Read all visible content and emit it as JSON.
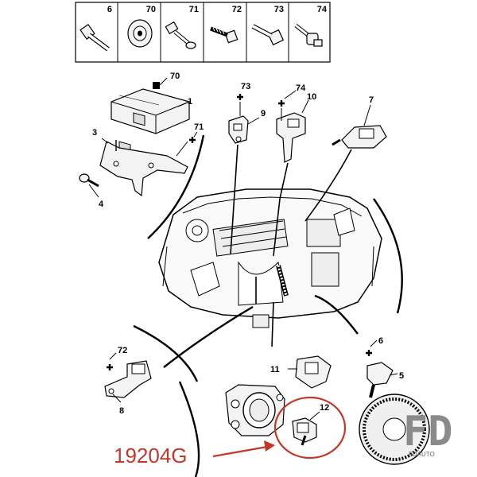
{
  "fastener_headers": [
    "6",
    "70",
    "71",
    "72",
    "73",
    "74"
  ],
  "callouts": {
    "c1": "1",
    "c3": "3",
    "c4": "4",
    "c5": "5",
    "c6": "6",
    "c7": "7",
    "c8": "8",
    "c9": "9",
    "c10": "10",
    "c11": "11",
    "c12": "12",
    "c70": "70",
    "c71": "71",
    "c72": "72",
    "c73": "73",
    "c74": "74"
  },
  "part_code": "19204G",
  "watermark": {
    "logo": "FD",
    "text": "FDAUTO"
  },
  "colors": {
    "highlight": "#c0392b",
    "line": "#000000"
  }
}
